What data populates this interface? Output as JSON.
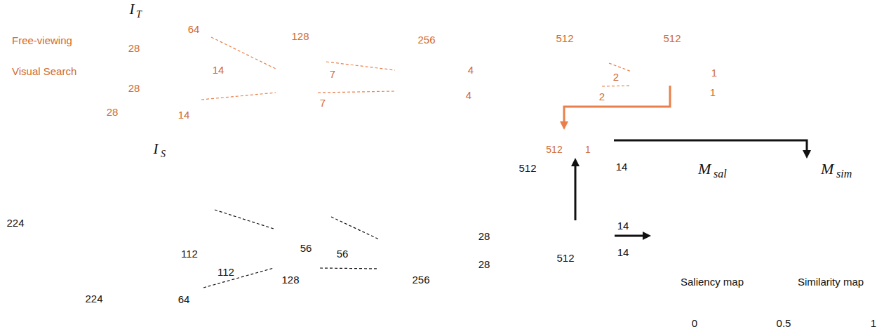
{
  "diagram": {
    "nodes": [
      {
        "text": [
          "I",
          "T",
          "Free-viewing",
          "Visual Search"
        ]
      },
      {
        "text": [
          "64",
          "14",
          "14"
        ],
        "in": 0
      },
      {
        "text": [
          "128",
          "7",
          "7"
        ],
        "in": 0
      },
      {
        "text": [
          "256",
          "4",
          "4"
        ],
        "in": 0
      },
      {
        "text": [
          "512",
          "2",
          "2"
        ],
        "in": 0
      },
      {
        "text": [
          "512",
          "1",
          "1"
        ],
        "in": 0
      },
      {
        "text": [
          "512",
          "14"
        ]
      },
      {
        "text": [
          "512",
          "1"
        ],
        "in": 6
      },
      {
        "text": [
          "I",
          "S"
        ]
      },
      {
        "text": [
          "112",
          "112",
          "64"
        ],
        "in": 8
      },
      {
        "text": [
          "56",
          "56",
          "128"
        ],
        "in": 8
      },
      {
        "text": [
          "28",
          "28",
          "256"
        ],
        "in": 8
      },
      {
        "text": [
          "512",
          "14",
          "14"
        ],
        "in": 8
      },
      {
        "text": [
          "M",
          "sal",
          "Saliency map"
        ]
      },
      {
        "text": [
          "M",
          "sim",
          "Similarity map"
        ]
      }
    ],
    "edges": [
      {
        "from": 1,
        "to": 2,
        "arrow": "none"
      },
      {
        "from": 2,
        "to": 3,
        "arrow": "none"
      },
      {
        "from": 4,
        "to": 5,
        "arrow": "none"
      },
      {
        "from": 9,
        "to": 10,
        "arrow": "none"
      },
      {
        "from": 10,
        "to": 11,
        "arrow": "none"
      },
      {
        "from": 5,
        "to": 6,
        "arrow": "to"
      },
      {
        "from": 12,
        "to": 6,
        "arrow": "to"
      },
      {
        "from": 12,
        "to": 13,
        "arrow": "to"
      },
      {
        "from": 6,
        "to": 14,
        "arrow": "to"
      }
    ],
    "labels": [
      "28",
      "28",
      "28",
      "224",
      "224",
      "0",
      "0.5",
      "1"
    ]
  }
}
